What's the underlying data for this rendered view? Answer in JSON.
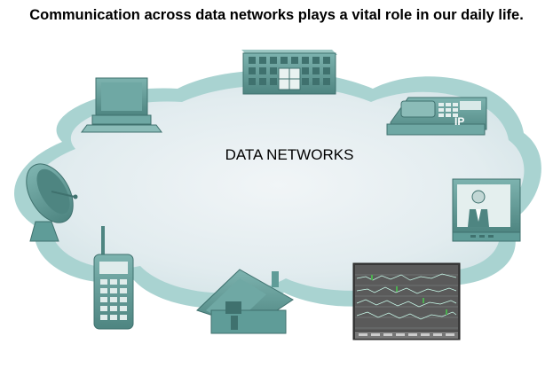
{
  "headline": "Communication across data networks plays a vital role in our daily life.",
  "cloud": {
    "label": "DATA NETWORKS"
  },
  "devices": {
    "ip_phone_label": "IP"
  },
  "colors": {
    "cloud_outer": "#a9d3d1",
    "cloud_inner": "#e6eef1",
    "device_teal": "#5f9c98",
    "device_dark": "#3f716e"
  },
  "icons": [
    "computer-icon",
    "office-building-icon",
    "ip-phone-icon",
    "satellite-dish-icon",
    "television-icon",
    "mobile-phone-icon",
    "house-icon",
    "data-monitor-screen"
  ]
}
